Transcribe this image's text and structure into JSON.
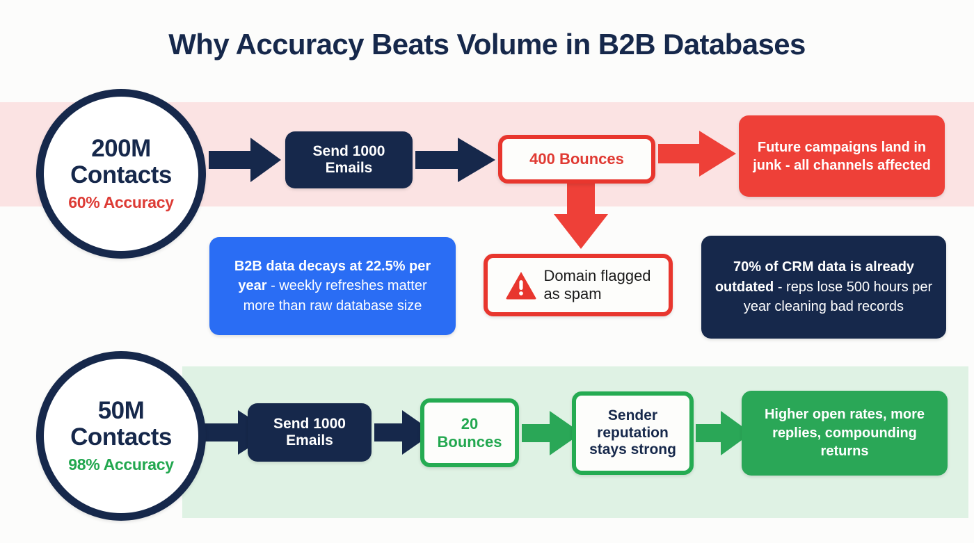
{
  "title": "Why Accuracy Beats Volume in B2B Databases",
  "colors": {
    "navy": "#16284b",
    "red": "#ee4038",
    "red_text": "#e03a33",
    "green": "#2aa757",
    "green_text": "#22a74f",
    "blue": "#2a6df4",
    "band_bad": "#fbe3e3",
    "band_good": "#dff2e4",
    "background": "#fcfcfb"
  },
  "bad_flow": {
    "circle": {
      "amount": "200M",
      "unit": "Contacts",
      "accuracy": "60% Accuracy"
    },
    "send": "Send 1000 Emails",
    "send_line1": "Send 1000",
    "send_line2": "Emails",
    "bounces": "400 Bounces",
    "outcome": "Future campaigns land in junk - all channels affected",
    "spam": "Domain flagged as spam",
    "spam_line1": "Domain flagged",
    "spam_line2": "as spam",
    "spam_icon": "warning-triangle-icon"
  },
  "good_flow": {
    "circle": {
      "amount": "50M",
      "unit": "Contacts",
      "accuracy": "98% Accuracy"
    },
    "send": "Send 1000 Emails",
    "send_line1": "Send 1000",
    "send_line2": "Emails",
    "bounces": "20 Bounces",
    "bounces_line1": "20",
    "bounces_line2": "Bounces",
    "reputation": "Sender reputation stays strong",
    "outcome": "Higher open rates, more replies, compounding returns"
  },
  "facts": {
    "decay": {
      "bold": "B2B data decays at 22.5% per year",
      "rest": " - weekly refreshes matter more than raw database size"
    },
    "crm": {
      "bold": "70% of CRM data is already outdated",
      "rest": " - reps lose 500 hours per year cleaning bad records"
    }
  }
}
